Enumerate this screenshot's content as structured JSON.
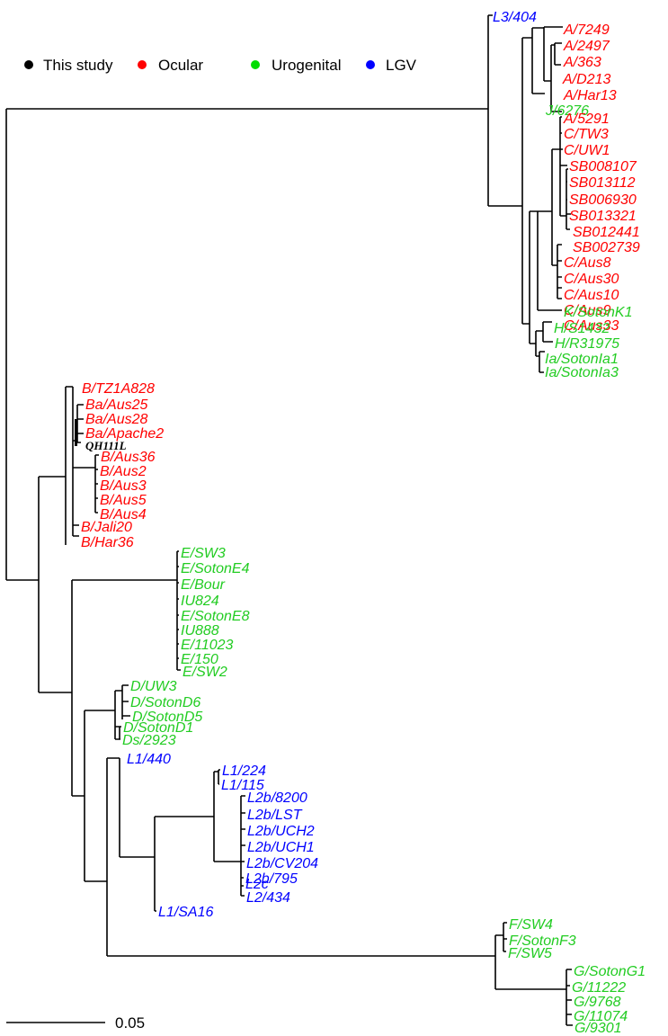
{
  "colors": {
    "this_study": "#000000",
    "ocular": "#ff0000",
    "urogenital": "#00cc00",
    "lgv": "#0000ff"
  },
  "legend": [
    {
      "label": "This study",
      "group": "this_study"
    },
    {
      "label": "Ocular",
      "group": "ocular"
    },
    {
      "label": "Urogenital",
      "group": "urogenital"
    },
    {
      "label": "LGV",
      "group": "lgv"
    }
  ],
  "scale_bar": {
    "label": "0.05"
  },
  "leaves": [
    {
      "label": "L3/404",
      "group": "lgv"
    },
    {
      "label": "A/7249",
      "group": "ocular"
    },
    {
      "label": "A/2497",
      "group": "ocular"
    },
    {
      "label": "A/363",
      "group": "ocular"
    },
    {
      "label": "A/D213",
      "group": "ocular"
    },
    {
      "label": "A/Har13",
      "group": "ocular"
    },
    {
      "label": "J/6276",
      "group": "urogenital"
    },
    {
      "label": "A/5291",
      "group": "ocular"
    },
    {
      "label": "C/TW3",
      "group": "ocular"
    },
    {
      "label": "C/UW1",
      "group": "ocular"
    },
    {
      "label": "SB008107",
      "group": "ocular"
    },
    {
      "label": "SB013112",
      "group": "ocular"
    },
    {
      "label": "SB006930",
      "group": "ocular"
    },
    {
      "label": "SB013321",
      "group": "ocular"
    },
    {
      "label": "SB012441",
      "group": "ocular"
    },
    {
      "label": "SB002739",
      "group": "ocular"
    },
    {
      "label": "C/Aus8",
      "group": "ocular"
    },
    {
      "label": "C/Aus30",
      "group": "ocular"
    },
    {
      "label": "C/Aus10",
      "group": "ocular"
    },
    {
      "label": "C/Aus9",
      "group": "ocular"
    },
    {
      "label": "C/Aus33",
      "group": "ocular"
    },
    {
      "label": "K/SotonK1",
      "group": "urogenital"
    },
    {
      "label": "H/S1432",
      "group": "urogenital"
    },
    {
      "label": "H/R31975",
      "group": "urogenital"
    },
    {
      "label": "Ia/SotonIa1",
      "group": "urogenital"
    },
    {
      "label": "Ia/SotonIa3",
      "group": "urogenital"
    },
    {
      "label": "B/TZ1A828",
      "group": "ocular"
    },
    {
      "label": "Ba/Aus25",
      "group": "ocular"
    },
    {
      "label": "Ba/Aus28",
      "group": "ocular"
    },
    {
      "label": "Ba/Apache2",
      "group": "ocular"
    },
    {
      "label": "QH111L",
      "group": "this_study"
    },
    {
      "label": "B/Aus36",
      "group": "ocular"
    },
    {
      "label": "B/Aus2",
      "group": "ocular"
    },
    {
      "label": "B/Aus3",
      "group": "ocular"
    },
    {
      "label": "B/Aus5",
      "group": "ocular"
    },
    {
      "label": "B/Aus4",
      "group": "ocular"
    },
    {
      "label": "B/Jali20",
      "group": "ocular"
    },
    {
      "label": "B/Har36",
      "group": "ocular"
    },
    {
      "label": "E/SW3",
      "group": "urogenital"
    },
    {
      "label": "E/SotonE4",
      "group": "urogenital"
    },
    {
      "label": "E/Bour",
      "group": "urogenital"
    },
    {
      "label": "IU824",
      "group": "urogenital"
    },
    {
      "label": "E/SotonE8",
      "group": "urogenital"
    },
    {
      "label": "IU888",
      "group": "urogenital"
    },
    {
      "label": "E/11023",
      "group": "urogenital"
    },
    {
      "label": "E/150",
      "group": "urogenital"
    },
    {
      "label": "E/SW2",
      "group": "urogenital"
    },
    {
      "label": "D/UW3",
      "group": "urogenital"
    },
    {
      "label": "D/SotonD6",
      "group": "urogenital"
    },
    {
      "label": "D/SotonD5",
      "group": "urogenital"
    },
    {
      "label": "D/SotonD1",
      "group": "urogenital"
    },
    {
      "label": "Ds/2923",
      "group": "urogenital"
    },
    {
      "label": "L1/440",
      "group": "lgv"
    },
    {
      "label": "L1/224",
      "group": "lgv"
    },
    {
      "label": "L1/115",
      "group": "lgv"
    },
    {
      "label": "L2b/8200",
      "group": "lgv"
    },
    {
      "label": "L2b/LST",
      "group": "lgv"
    },
    {
      "label": "L2b/UCH2",
      "group": "lgv"
    },
    {
      "label": "L2b/UCH1",
      "group": "lgv"
    },
    {
      "label": "L2b/CV204",
      "group": "lgv"
    },
    {
      "label": "L2b/795",
      "group": "lgv"
    },
    {
      "label": "L2c",
      "group": "lgv"
    },
    {
      "label": "L2/434",
      "group": "lgv"
    },
    {
      "label": "L1/SA16",
      "group": "lgv"
    },
    {
      "label": "F/SW4",
      "group": "urogenital"
    },
    {
      "label": "F/SotonF3",
      "group": "urogenital"
    },
    {
      "label": "F/SW5",
      "group": "urogenital"
    },
    {
      "label": "G/SotonG1",
      "group": "urogenital"
    },
    {
      "label": "G/11222",
      "group": "urogenital"
    },
    {
      "label": "G/9768",
      "group": "urogenital"
    },
    {
      "label": "G/11074",
      "group": "urogenital"
    },
    {
      "label": "G/9301",
      "group": "urogenital"
    }
  ]
}
